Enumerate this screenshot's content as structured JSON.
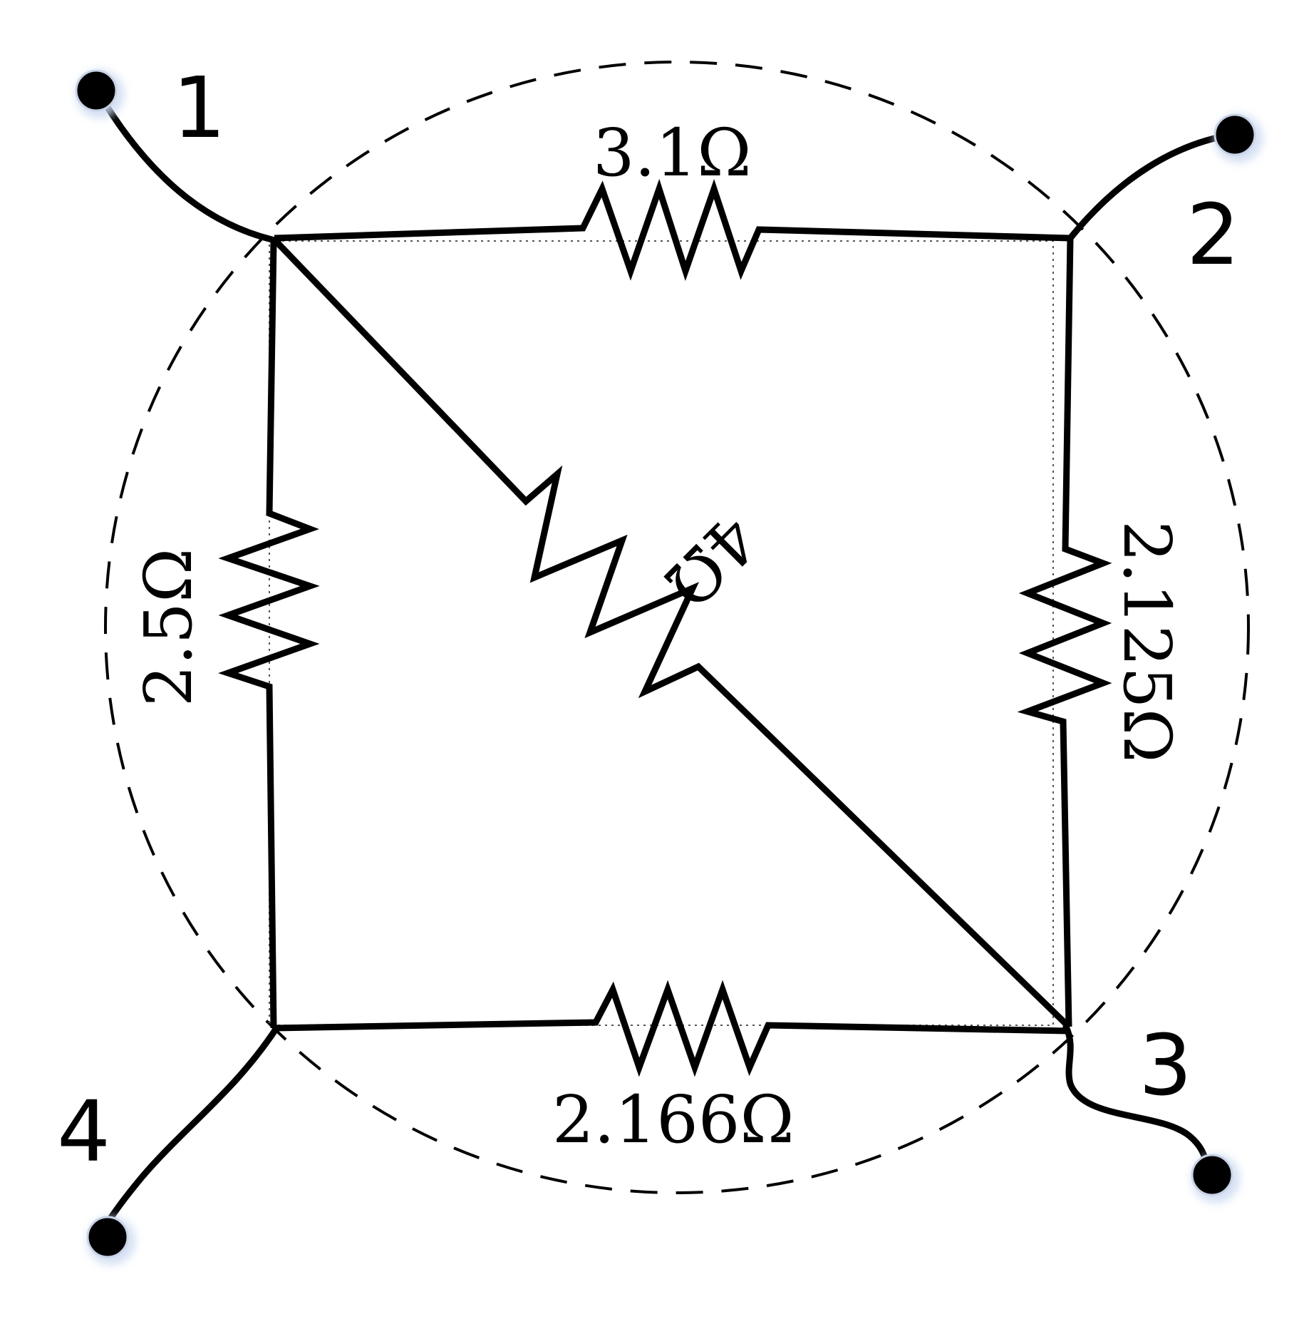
{
  "nodes": [
    {
      "id": "1",
      "label": "1"
    },
    {
      "id": "2",
      "label": "2"
    },
    {
      "id": "3",
      "label": "3"
    },
    {
      "id": "4",
      "label": "4"
    }
  ],
  "resistors": {
    "top": {
      "between": [
        "1",
        "2"
      ],
      "label": "3.1Ω"
    },
    "right": {
      "between": [
        "2",
        "3"
      ],
      "label": "2.125Ω"
    },
    "bottom": {
      "between": [
        "4",
        "3"
      ],
      "label": "2.166Ω"
    },
    "left": {
      "between": [
        "1",
        "4"
      ],
      "label": "2.5Ω"
    },
    "diagonal": {
      "between": [
        "1",
        "3"
      ],
      "label": "4Ω"
    }
  }
}
